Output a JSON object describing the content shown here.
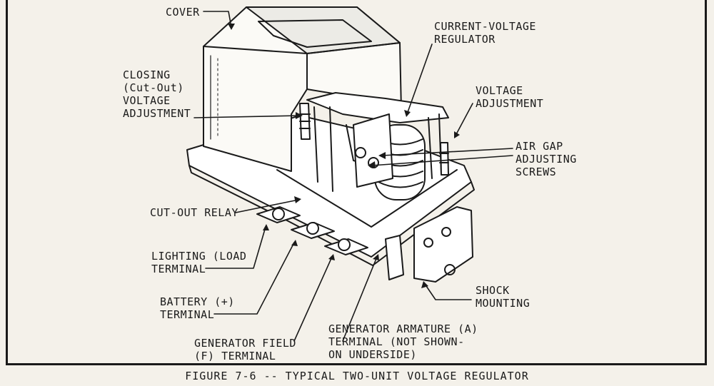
{
  "labels": {
    "cover": "COVER",
    "current_voltage_regulator": "CURRENT-VOLTAGE\nREGULATOR",
    "closing_voltage_adjustment": "CLOSING\n(Cut-Out)\nVOLTAGE\nADJUSTMENT",
    "voltage_adjustment": "VOLTAGE\nADJUSTMENT",
    "air_gap_screws": "AIR GAP\nADJUSTING\nSCREWS",
    "cut_out_relay": "CUT-OUT RELAY",
    "lighting_terminal": "LIGHTING (LOAD\nTERMINAL",
    "battery_terminal": "BATTERY (+)\nTERMINAL",
    "generator_field": "GENERATOR FIELD\n(F) TERMINAL",
    "generator_armature": "GENERATOR ARMATURE (A)\nTERMINAL (NOT SHOWN-\nON UNDERSIDE)",
    "shock_mounting": "SHOCK\nMOUNTING"
  },
  "caption": "FIGURE 7-6 -- TYPICAL TWO-UNIT VOLTAGE REGULATOR"
}
